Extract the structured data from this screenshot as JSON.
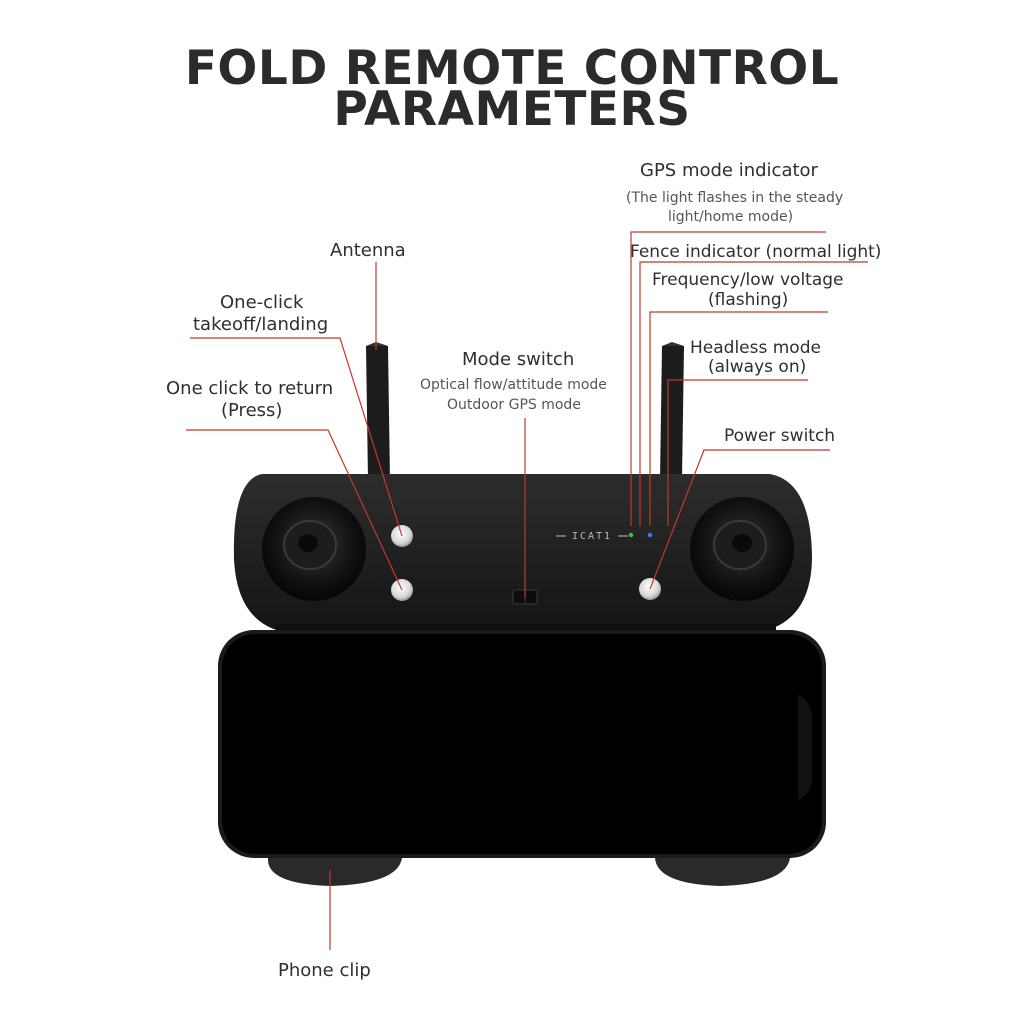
{
  "title": {
    "line1": "FOLD REMOTE CONTROL",
    "line2": "PARAMETERS"
  },
  "labels": {
    "gps_indicator": {
      "title": "GPS mode indicator",
      "desc_line1": "(The light flashes in the steady",
      "desc_line2": "light/home mode)"
    },
    "fence_indicator": "Fence indicator (normal light)",
    "frequency": {
      "line1": "Frequency/low voltage",
      "line2": "(flashing)"
    },
    "headless": {
      "line1": "Headless mode",
      "line2": "(always on)"
    },
    "power_switch": "Power switch",
    "antenna": "Antenna",
    "takeoff": {
      "line1": "One-click",
      "line2": "takeoff/landing"
    },
    "return": {
      "line1": "One click to return",
      "line2": "(Press)"
    },
    "mode_switch": {
      "title": "Mode switch",
      "line1": "Optical flow/attitude mode",
      "line2": "Outdoor GPS mode"
    },
    "phone_clip": "Phone clip"
  },
  "device": {
    "brand": "ICAT1"
  },
  "colors": {
    "leader_line": "#c0392b",
    "body": "#1a1a1a",
    "led_green": "#2ecc40",
    "led_blue": "#3a7bff"
  }
}
